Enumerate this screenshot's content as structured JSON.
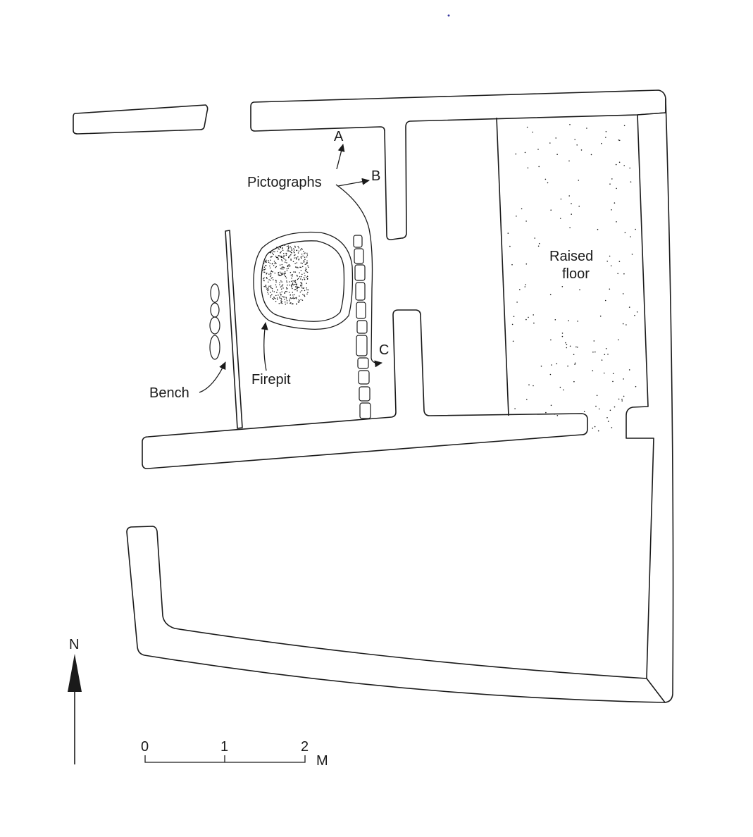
{
  "labels": {
    "pictographs": "Pictographs",
    "marker_a": "A",
    "marker_b": "B",
    "marker_c": "C",
    "raised_floor_line1": "Raised",
    "raised_floor_line2": "floor",
    "firepit": "Firepit",
    "bench": "Bench"
  },
  "north_arrow": {
    "label": "N"
  },
  "scale_bar": {
    "ticks": [
      "0",
      "1",
      "2"
    ],
    "unit": "M"
  },
  "colors": {
    "ink": "#1a1a1a",
    "background": "#ffffff"
  }
}
